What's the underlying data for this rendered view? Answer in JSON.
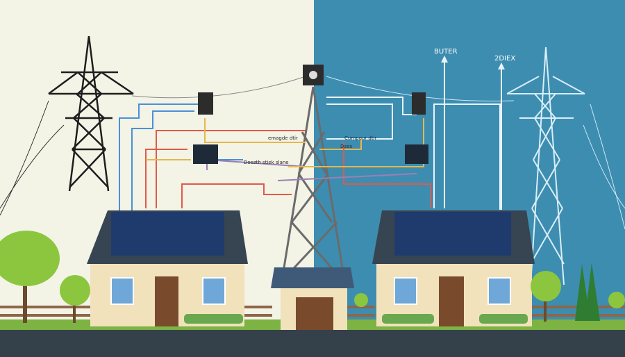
{
  "labels": {
    "top_right_1": "BUTER",
    "top_right_2": "2DIEX",
    "wire_label_1": "emagde dtir",
    "wire_label_2": "Cumpour dtir",
    "wire_label_3": "Dzes",
    "wire_label_4": "Doezth stiek  slane"
  },
  "colors": {
    "left_background": "#f3f3e6",
    "right_background": "#3d8db0",
    "road": "#34404a",
    "grass": "#7cb342",
    "roof": "#374452",
    "wall": "#f1e2bc",
    "door": "#7a4a2c",
    "solar_panel": "#1f3b6e",
    "wire_red": "#e05a4a",
    "wire_blue": "#4a90d9",
    "wire_yellow": "#e6b84a",
    "wire_purple": "#9b7fb5"
  },
  "icons": [
    "power-tower-icon",
    "solar-panel-icon",
    "house-icon",
    "tree-icon",
    "inverter-icon",
    "meter-icon"
  ]
}
